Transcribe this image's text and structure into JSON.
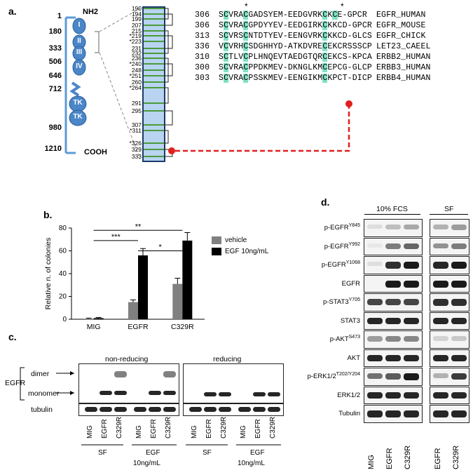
{
  "panel_a": {
    "label": "a.",
    "domain_positions": [
      "1",
      "180",
      "333",
      "506",
      "646",
      "712",
      "980",
      "1210"
    ],
    "domain_names": [
      "I",
      "II",
      "III",
      "IV",
      "TK",
      "TK"
    ],
    "nterm": "NH2",
    "cterm": "COOH",
    "cys_positions": [
      "190",
      "194",
      "199",
      "207",
      "215",
      "*219",
      "*223",
      "231",
      "232",
      "236",
      "*240",
      "248",
      "*251",
      "260",
      "*264",
      "291",
      "295",
      "307",
      "*311",
      "*326",
      "329",
      "333"
    ],
    "alignment_rows": [
      {
        "pos": "306",
        "seq": "SCVRACGADSYEM-EEDGVRKCKCE-GPCR",
        "name": "EGFR_HUMAN"
      },
      {
        "pos": "306",
        "seq": "SCVRACGPDYYEV-EEDGIRKCKKCD-GPCR",
        "name": "EGFR_MOUSE"
      },
      {
        "pos": "313",
        "seq": "SCVRSCNTDTYEV-EENGVRKCKKCD-GLCS",
        "name": "EGFR_CHICK"
      },
      {
        "pos": "336",
        "seq": "VCVRHCSDGHHYD-ATKDVRECEKCRSSSCP",
        "name": "LET23_CAEEL"
      },
      {
        "pos": "310",
        "seq": "SCTLVCPLHNQEVTAEDGTQRCEKCS-KPCA",
        "name": "ERBB2_HUMAN"
      },
      {
        "pos": "300",
        "seq": "SCVRACPPDKMEV-DKNGLKMCEPCG-GLCP",
        "name": "ERBB3_HUMAN"
      },
      {
        "pos": "303",
        "seq": "SCVRACPSSKMEV-EENGIKMCKPCT-DICP",
        "name": "ERBB4_HUMAN"
      }
    ],
    "asterisk": "*"
  },
  "panel_b": {
    "label": "b.",
    "significance": [
      "**",
      "***",
      "*"
    ],
    "chart_data": {
      "type": "bar",
      "categories": [
        "MIG",
        "EGFR",
        "C329R"
      ],
      "series": [
        {
          "name": "vehicle",
          "values": [
            0.5,
            15,
            31
          ],
          "errors": [
            0.5,
            2,
            5
          ],
          "color": "#808080"
        },
        {
          "name": "EGF 10ng/mL",
          "values": [
            1,
            56,
            69
          ],
          "errors": [
            0.6,
            6,
            7
          ],
          "color": "#000000"
        }
      ],
      "ylabel": "Relative n. of colonies",
      "ylim": [
        0,
        80
      ],
      "yticks": [
        "0",
        "20",
        "40",
        "60",
        "80"
      ]
    }
  },
  "panel_c": {
    "label": "c.",
    "group_nonred": "non-reducing",
    "group_red": "reducing",
    "protein": "EGFR",
    "dimer": "dimer",
    "monomer": "monomer",
    "tubulin": "tubulin",
    "lanes": [
      "MIG",
      "EGFR",
      "C329R",
      "MIG",
      "EGFR",
      "C329R",
      "MIG",
      "EGFR",
      "C329R",
      "MIG",
      "EGFR",
      "C329R"
    ],
    "cond_sf": "SF",
    "cond_egf_1": "EGF",
    "cond_egf_2": "10ng/mL"
  },
  "panel_d": {
    "label": "d.",
    "col_fcs": "10% FCS",
    "col_sf": "SF",
    "rows": [
      {
        "base": "p-EGFR",
        "sup": "Y845"
      },
      {
        "base": "p-EGFR",
        "sup": "Y992"
      },
      {
        "base": "p-EGFR",
        "sup": "Y1068"
      },
      {
        "base": "EGFR",
        "sup": ""
      },
      {
        "base": "p-STAT3",
        "sup": "Y705"
      },
      {
        "base": "STAT3",
        "sup": ""
      },
      {
        "base": "p-AKT",
        "sup": "S473"
      },
      {
        "base": "AKT",
        "sup": ""
      },
      {
        "base": "p-ERK1/2",
        "sup": "T202/Y204"
      },
      {
        "base": "ERK1/2",
        "sup": ""
      },
      {
        "base": "Tubulin",
        "sup": ""
      }
    ],
    "lanes": [
      "MIG",
      "EGFR",
      "C329R",
      "EGFR",
      "C329R"
    ]
  }
}
